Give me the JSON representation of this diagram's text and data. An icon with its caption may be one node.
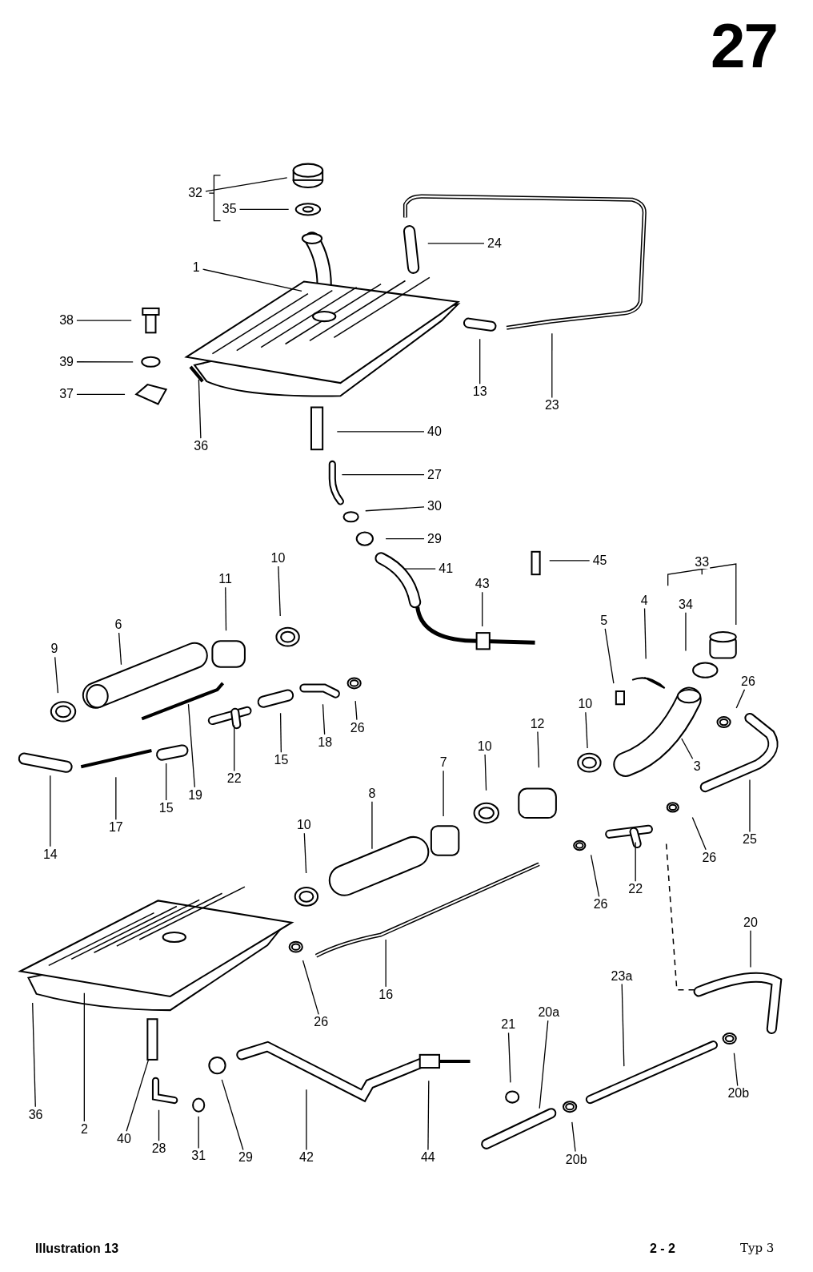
{
  "diagram": {
    "nodes": [
      {
        "text": [
          "32"
        ]
      },
      {
        "text": [
          "35"
        ]
      },
      {
        "text": [
          "24"
        ]
      },
      {
        "text": [
          "1"
        ]
      },
      {
        "text": [
          "38"
        ]
      },
      {
        "text": [
          "39"
        ]
      },
      {
        "text": [
          "37"
        ]
      },
      {
        "text": [
          "36"
        ]
      },
      {
        "text": [
          "13"
        ]
      },
      {
        "text": [
          "23"
        ]
      },
      {
        "text": [
          "40"
        ]
      },
      {
        "text": [
          "27"
        ]
      },
      {
        "text": [
          "30"
        ]
      },
      {
        "text": [
          "29"
        ]
      },
      {
        "text": [
          "41"
        ]
      },
      {
        "text": [
          "45"
        ]
      },
      {
        "text": [
          "43"
        ]
      },
      {
        "text": [
          "33"
        ]
      },
      {
        "text": [
          "10"
        ]
      },
      {
        "text": [
          "11"
        ]
      },
      {
        "text": [
          "4"
        ]
      },
      {
        "text": [
          "34"
        ]
      },
      {
        "text": [
          "6"
        ]
      },
      {
        "text": [
          "5"
        ]
      },
      {
        "text": [
          "9"
        ]
      },
      {
        "text": [
          "26"
        ]
      },
      {
        "text": [
          "10"
        ]
      },
      {
        "text": [
          "12"
        ]
      },
      {
        "text": [
          "18"
        ]
      },
      {
        "text": [
          "26"
        ]
      },
      {
        "text": [
          "3"
        ]
      },
      {
        "text": [
          "10"
        ]
      },
      {
        "text": [
          "7"
        ]
      },
      {
        "text": [
          "15"
        ]
      },
      {
        "text": [
          "22"
        ]
      },
      {
        "text": [
          "19"
        ]
      },
      {
        "text": [
          "8"
        ]
      },
      {
        "text": [
          "15"
        ]
      },
      {
        "text": [
          "17"
        ]
      },
      {
        "text": [
          "14"
        ]
      },
      {
        "text": [
          "10"
        ]
      },
      {
        "text": [
          "25"
        ]
      },
      {
        "text": [
          "26"
        ]
      },
      {
        "text": [
          "22"
        ]
      },
      {
        "text": [
          "26"
        ]
      },
      {
        "text": [
          "20"
        ]
      },
      {
        "text": [
          "23a"
        ]
      },
      {
        "text": [
          "16"
        ]
      },
      {
        "text": [
          "26"
        ]
      },
      {
        "text": [
          "20a"
        ]
      },
      {
        "text": [
          "21"
        ]
      },
      {
        "text": [
          "20b"
        ]
      },
      {
        "text": [
          "36"
        ]
      },
      {
        "text": [
          "2"
        ]
      },
      {
        "text": [
          "40"
        ]
      },
      {
        "text": [
          "28"
        ]
      },
      {
        "text": [
          "31"
        ]
      },
      {
        "text": [
          "29"
        ]
      },
      {
        "text": [
          "42"
        ]
      },
      {
        "text": [
          "44"
        ]
      },
      {
        "text": [
          "20b"
        ]
      }
    ],
    "edges": [
      {
        "from": 0,
        "to": null,
        "arrow": "none"
      },
      {
        "from": 1,
        "to": null,
        "arrow": "none"
      },
      {
        "from": 2,
        "to": null,
        "arrow": "none"
      },
      {
        "from": 3,
        "to": null,
        "arrow": "none"
      },
      {
        "from": 4,
        "to": null,
        "arrow": "none"
      },
      {
        "from": 5,
        "to": null,
        "arrow": "none"
      },
      {
        "from": 6,
        "to": null,
        "arrow": "none"
      },
      {
        "from": 7,
        "to": null,
        "arrow": "none"
      },
      {
        "from": 8,
        "to": null,
        "arrow": "none"
      },
      {
        "from": 9,
        "to": null,
        "arrow": "none"
      },
      {
        "from": 10,
        "to": null,
        "arrow": "none"
      },
      {
        "from": 11,
        "to": null,
        "arrow": "none"
      },
      {
        "from": 12,
        "to": null,
        "arrow": "none"
      },
      {
        "from": 13,
        "to": null,
        "arrow": "none"
      },
      {
        "from": 14,
        "to": null,
        "arrow": "none"
      },
      {
        "from": 15,
        "to": null,
        "arrow": "none"
      },
      {
        "from": 16,
        "to": null,
        "arrow": "none"
      },
      {
        "from": 18,
        "to": null,
        "arrow": "none"
      },
      {
        "from": 19,
        "to": null,
        "arrow": "none"
      },
      {
        "from": 20,
        "to": null,
        "arrow": "none"
      },
      {
        "from": 21,
        "to": null,
        "arrow": "none"
      },
      {
        "from": 22,
        "to": null,
        "arrow": "none"
      },
      {
        "from": 23,
        "to": null,
        "arrow": "none"
      },
      {
        "from": 24,
        "to": null,
        "arrow": "none"
      },
      {
        "from": 25,
        "to": null,
        "arrow": "none"
      },
      {
        "from": 26,
        "to": null,
        "arrow": "none"
      },
      {
        "from": 27,
        "to": null,
        "arrow": "none"
      },
      {
        "from": 28,
        "to": null,
        "arrow": "none"
      },
      {
        "from": 29,
        "to": null,
        "arrow": "none"
      },
      {
        "from": 30,
        "to": null,
        "arrow": "none"
      },
      {
        "from": 31,
        "to": null,
        "arrow": "none"
      },
      {
        "from": 32,
        "to": null,
        "arrow": "none"
      },
      {
        "from": 33,
        "to": null,
        "arrow": "none"
      },
      {
        "from": 34,
        "to": null,
        "arrow": "none"
      },
      {
        "from": 35,
        "to": null,
        "arrow": "none"
      },
      {
        "from": 36,
        "to": null,
        "arrow": "none"
      },
      {
        "from": 37,
        "to": null,
        "arrow": "none"
      },
      {
        "from": 38,
        "to": null,
        "arrow": "none"
      },
      {
        "from": 39,
        "to": null,
        "arrow": "none"
      },
      {
        "from": 40,
        "to": null,
        "arrow": "none"
      },
      {
        "from": 41,
        "to": null,
        "arrow": "none"
      },
      {
        "from": 42,
        "to": null,
        "arrow": "none"
      },
      {
        "from": 43,
        "to": null,
        "arrow": "none"
      },
      {
        "from": 44,
        "to": null,
        "arrow": "none"
      },
      {
        "from": 45,
        "to": null,
        "arrow": "none"
      },
      {
        "from": 46,
        "to": null,
        "arrow": "none"
      },
      {
        "from": 47,
        "to": null,
        "arrow": "none"
      },
      {
        "from": 48,
        "to": null,
        "arrow": "none"
      },
      {
        "from": 49,
        "to": null,
        "arrow": "none"
      },
      {
        "from": 50,
        "to": null,
        "arrow": "none"
      },
      {
        "from": 51,
        "to": null,
        "arrow": "none"
      },
      {
        "from": 52,
        "to": null,
        "arrow": "none"
      },
      {
        "from": 53,
        "to": null,
        "arrow": "none"
      },
      {
        "from": 54,
        "to": null,
        "arrow": "none"
      },
      {
        "from": 55,
        "to": null,
        "arrow": "none"
      },
      {
        "from": 56,
        "to": null,
        "arrow": "none"
      },
      {
        "from": 57,
        "to": null,
        "arrow": "none"
      },
      {
        "from": 58,
        "to": null,
        "arrow": "none"
      },
      {
        "from": 59,
        "to": null,
        "arrow": "none"
      },
      {
        "from": 60,
        "to": null,
        "arrow": "none"
      }
    ],
    "labels": [
      "27",
      "Illustration 13",
      "2 - 2",
      "Typ 3"
    ]
  }
}
